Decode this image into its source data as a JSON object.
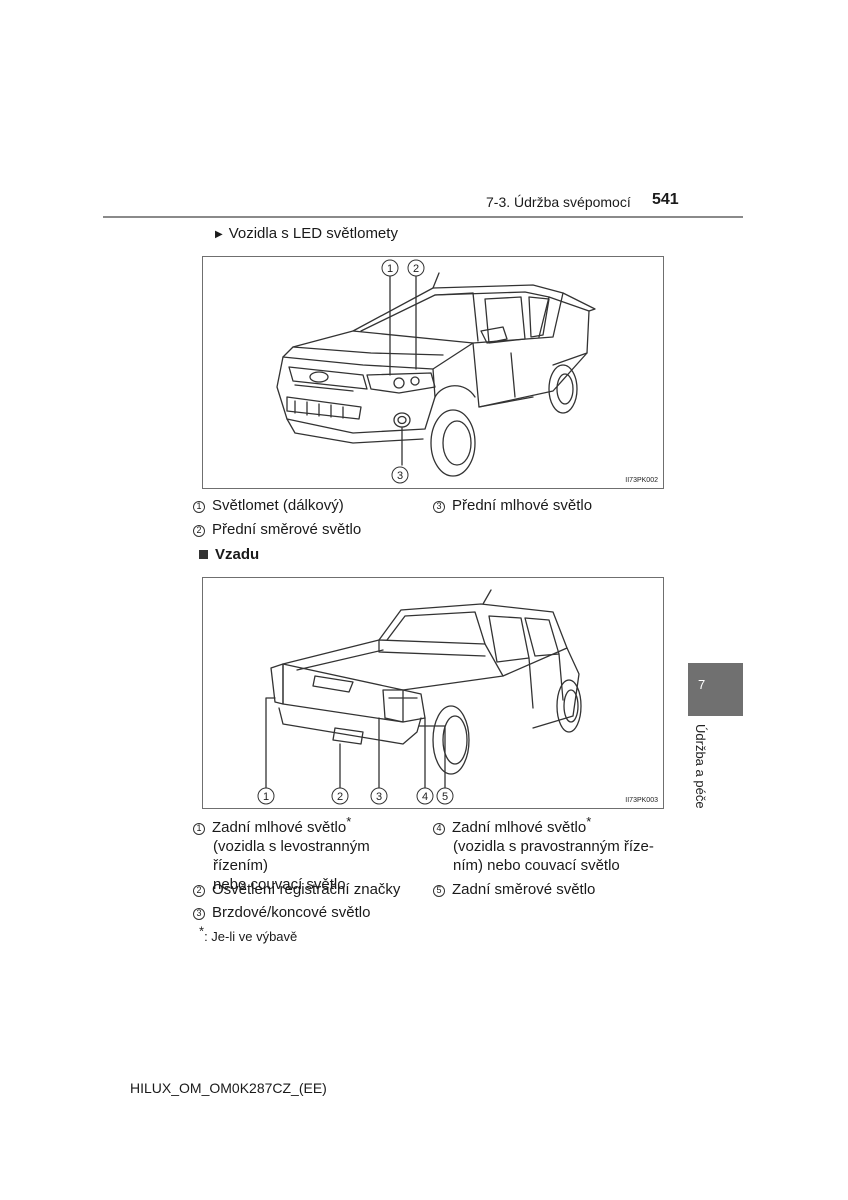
{
  "header": {
    "section": "7-3. Údržba svépomocí",
    "page_number": "541"
  },
  "front_block": {
    "subheading": "Vozidla s LED světlomety",
    "figure_code": "II73PK002",
    "callouts": [
      "1",
      "2",
      "3"
    ],
    "legend": [
      {
        "num": "1",
        "text": "Světlomet (dálkový)"
      },
      {
        "num": "2",
        "text": "Přední směrové světlo"
      },
      {
        "num": "3",
        "text": "Přední mlhové světlo"
      }
    ]
  },
  "rear_block": {
    "heading": "Vzadu",
    "figure_code": "II73PK003",
    "callouts": [
      "1",
      "2",
      "3",
      "4",
      "5"
    ],
    "legend": [
      {
        "num": "1",
        "line1": "Zadní mlhové světlo",
        "star": "*",
        "line2": "(vozidla s levostranným řízením)",
        "line3": "nebo couvací světlo"
      },
      {
        "num": "2",
        "text": "Osvětlení registrační značky"
      },
      {
        "num": "3",
        "text": "Brzdové/koncové světlo"
      },
      {
        "num": "4",
        "line1": "Zadní mlhové světlo",
        "star": "*",
        "line2": "(vozidla s pravostranným říze-",
        "line3": "ním) nebo couvací světlo"
      },
      {
        "num": "5",
        "text": "Zadní směrové světlo"
      }
    ]
  },
  "footnote": {
    "star": "*",
    "text": ": Je-li ve výbavě"
  },
  "side_tab": {
    "chapter": "7",
    "title": "Údržba a péče"
  },
  "footer": {
    "doc_code": "HILUX_OM_OM0K287CZ_(EE)"
  }
}
